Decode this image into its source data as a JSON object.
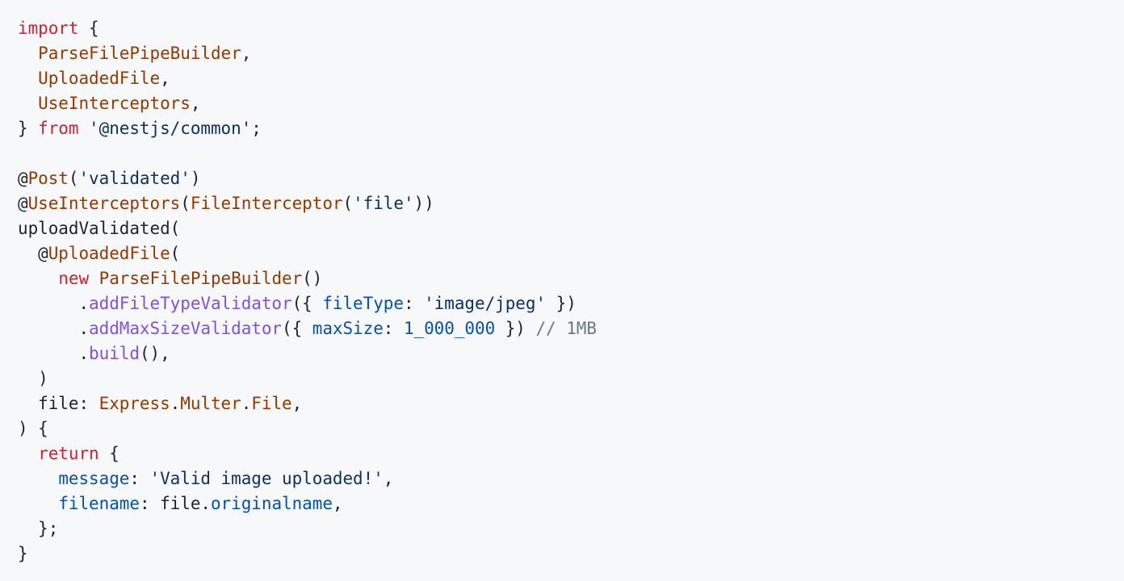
{
  "code_block": {
    "language": "typescript",
    "colors": {
      "background": "#f6f8fa",
      "text": "#1f2328",
      "keyword": "#cf222e",
      "entity": "#953800",
      "string": "#0a3069",
      "constant": "#0550ae",
      "function": "#8250df",
      "comment": "#6e7781"
    },
    "lines": [
      {
        "tokens": [
          {
            "t": "kw",
            "v": "import"
          },
          {
            "t": "txt",
            "v": " {"
          }
        ]
      },
      {
        "tokens": [
          {
            "t": "txt",
            "v": "  "
          },
          {
            "t": "ent",
            "v": "ParseFilePipeBuilder"
          },
          {
            "t": "txt",
            "v": ","
          }
        ]
      },
      {
        "tokens": [
          {
            "t": "txt",
            "v": "  "
          },
          {
            "t": "ent",
            "v": "UploadedFile"
          },
          {
            "t": "txt",
            "v": ","
          }
        ]
      },
      {
        "tokens": [
          {
            "t": "txt",
            "v": "  "
          },
          {
            "t": "ent",
            "v": "UseInterceptors"
          },
          {
            "t": "txt",
            "v": ","
          }
        ]
      },
      {
        "tokens": [
          {
            "t": "txt",
            "v": "} "
          },
          {
            "t": "kw",
            "v": "from"
          },
          {
            "t": "txt",
            "v": " "
          },
          {
            "t": "str",
            "v": "'@nestjs/common'"
          },
          {
            "t": "txt",
            "v": ";"
          }
        ]
      },
      {
        "tokens": [
          {
            "t": "txt",
            "v": ""
          }
        ]
      },
      {
        "tokens": [
          {
            "t": "txt",
            "v": "@"
          },
          {
            "t": "ent",
            "v": "Post"
          },
          {
            "t": "txt",
            "v": "("
          },
          {
            "t": "str",
            "v": "'validated'"
          },
          {
            "t": "txt",
            "v": ")"
          }
        ]
      },
      {
        "tokens": [
          {
            "t": "txt",
            "v": "@"
          },
          {
            "t": "ent",
            "v": "UseInterceptors"
          },
          {
            "t": "txt",
            "v": "("
          },
          {
            "t": "ent",
            "v": "FileInterceptor"
          },
          {
            "t": "txt",
            "v": "("
          },
          {
            "t": "str",
            "v": "'file'"
          },
          {
            "t": "txt",
            "v": "))"
          }
        ]
      },
      {
        "tokens": [
          {
            "t": "txt",
            "v": "uploadValidated("
          }
        ]
      },
      {
        "tokens": [
          {
            "t": "txt",
            "v": "  @"
          },
          {
            "t": "ent",
            "v": "UploadedFile"
          },
          {
            "t": "txt",
            "v": "("
          }
        ]
      },
      {
        "tokens": [
          {
            "t": "txt",
            "v": "    "
          },
          {
            "t": "kw",
            "v": "new"
          },
          {
            "t": "txt",
            "v": " "
          },
          {
            "t": "ent",
            "v": "ParseFilePipeBuilder"
          },
          {
            "t": "txt",
            "v": "()"
          }
        ]
      },
      {
        "tokens": [
          {
            "t": "txt",
            "v": "      ."
          },
          {
            "t": "fn",
            "v": "addFileTypeValidator"
          },
          {
            "t": "txt",
            "v": "({ "
          },
          {
            "t": "con",
            "v": "fileType"
          },
          {
            "t": "txt",
            "v": ": "
          },
          {
            "t": "str",
            "v": "'image/jpeg'"
          },
          {
            "t": "txt",
            "v": " })"
          }
        ]
      },
      {
        "tokens": [
          {
            "t": "txt",
            "v": "      ."
          },
          {
            "t": "fn",
            "v": "addMaxSizeValidator"
          },
          {
            "t": "txt",
            "v": "({ "
          },
          {
            "t": "con",
            "v": "maxSize"
          },
          {
            "t": "txt",
            "v": ": "
          },
          {
            "t": "con",
            "v": "1_000_000"
          },
          {
            "t": "txt",
            "v": " }) "
          },
          {
            "t": "cmt",
            "v": "// 1MB"
          }
        ]
      },
      {
        "tokens": [
          {
            "t": "txt",
            "v": "      ."
          },
          {
            "t": "fn",
            "v": "build"
          },
          {
            "t": "txt",
            "v": "(),"
          }
        ]
      },
      {
        "tokens": [
          {
            "t": "txt",
            "v": "  )"
          }
        ]
      },
      {
        "tokens": [
          {
            "t": "txt",
            "v": "  file: "
          },
          {
            "t": "ent",
            "v": "Express"
          },
          {
            "t": "txt",
            "v": "."
          },
          {
            "t": "ent",
            "v": "Multer"
          },
          {
            "t": "txt",
            "v": "."
          },
          {
            "t": "ent",
            "v": "File"
          },
          {
            "t": "txt",
            "v": ","
          }
        ]
      },
      {
        "tokens": [
          {
            "t": "txt",
            "v": ") {"
          }
        ]
      },
      {
        "tokens": [
          {
            "t": "txt",
            "v": "  "
          },
          {
            "t": "kw",
            "v": "return"
          },
          {
            "t": "txt",
            "v": " {"
          }
        ]
      },
      {
        "tokens": [
          {
            "t": "txt",
            "v": "    "
          },
          {
            "t": "con",
            "v": "message"
          },
          {
            "t": "txt",
            "v": ": "
          },
          {
            "t": "str",
            "v": "'Valid image uploaded!'"
          },
          {
            "t": "txt",
            "v": ","
          }
        ]
      },
      {
        "tokens": [
          {
            "t": "txt",
            "v": "    "
          },
          {
            "t": "con",
            "v": "filename"
          },
          {
            "t": "txt",
            "v": ": file."
          },
          {
            "t": "con",
            "v": "originalname"
          },
          {
            "t": "txt",
            "v": ","
          }
        ]
      },
      {
        "tokens": [
          {
            "t": "txt",
            "v": "  };"
          }
        ]
      },
      {
        "tokens": [
          {
            "t": "txt",
            "v": "}"
          }
        ]
      }
    ]
  }
}
